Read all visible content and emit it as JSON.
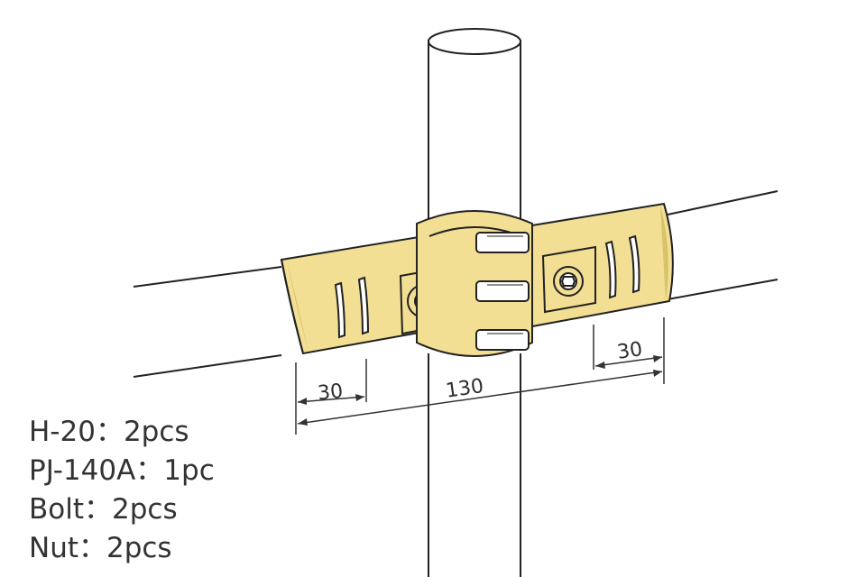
{
  "dimensions": {
    "left_offset": "30",
    "total_length": "130",
    "right_offset": "30"
  },
  "parts": [
    {
      "text": "H-20：2pcs"
    },
    {
      "text": "PJ-140A：1pc"
    },
    {
      "text": "Bolt：2pcs"
    },
    {
      "text": "Nut：2pcs"
    }
  ],
  "colors": {
    "fitting": "#f2df94",
    "fitting_dark": "#d9c36a",
    "line": "#222222",
    "text": "#333333"
  }
}
